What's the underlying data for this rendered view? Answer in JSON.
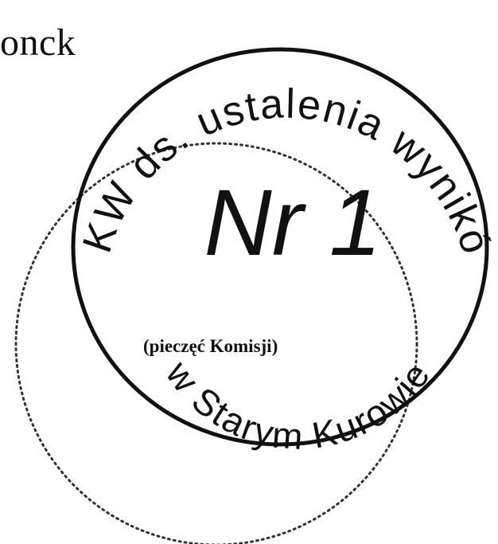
{
  "document": {
    "text_fragment": "onck",
    "seal_placeholder_caption": "(pieczęć Komisji)"
  },
  "stamp": {
    "top_arc_text": "OKW ds. ustalenia wyników",
    "center_text": "Nr 1",
    "bottom_arc_text": "w Starym Kurowie",
    "ink_color": "#111111"
  }
}
